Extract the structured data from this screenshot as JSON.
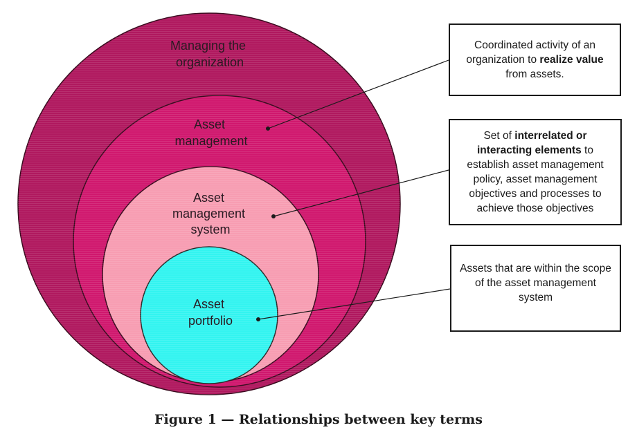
{
  "circles": [
    {
      "id": "outer",
      "label_lines": [
        "Managing the",
        "organization"
      ],
      "color": "#b0195f"
    },
    {
      "id": "second",
      "label_lines": [
        "Asset",
        "management"
      ],
      "color": "#d0186e"
    },
    {
      "id": "third",
      "label_lines": [
        "Asset",
        "management",
        "system"
      ],
      "color": "#f79db2"
    },
    {
      "id": "inner",
      "label_lines": [
        "Asset",
        "portfolio"
      ],
      "color": "#33f4f0"
    }
  ],
  "definitions": [
    {
      "id": "def-asset-management",
      "parts": [
        {
          "text": "Coordinated activity of an organization to ",
          "bold": false
        },
        {
          "text": "realize value",
          "bold": true
        },
        {
          "text": " from assets.",
          "bold": false
        }
      ]
    },
    {
      "id": "def-asset-management-system",
      "parts": [
        {
          "text": "Set of ",
          "bold": false
        },
        {
          "text": "interrelated or interacting elements",
          "bold": true
        },
        {
          "text": " to establish asset management policy, asset management objectives and processes to achieve those objectives",
          "bold": false
        }
      ]
    },
    {
      "id": "def-asset-portfolio",
      "parts": [
        {
          "text": "Assets that are within the scope of the asset management system",
          "bold": false
        }
      ]
    }
  ],
  "caption": "Figure 1 — Relationships between key terms"
}
